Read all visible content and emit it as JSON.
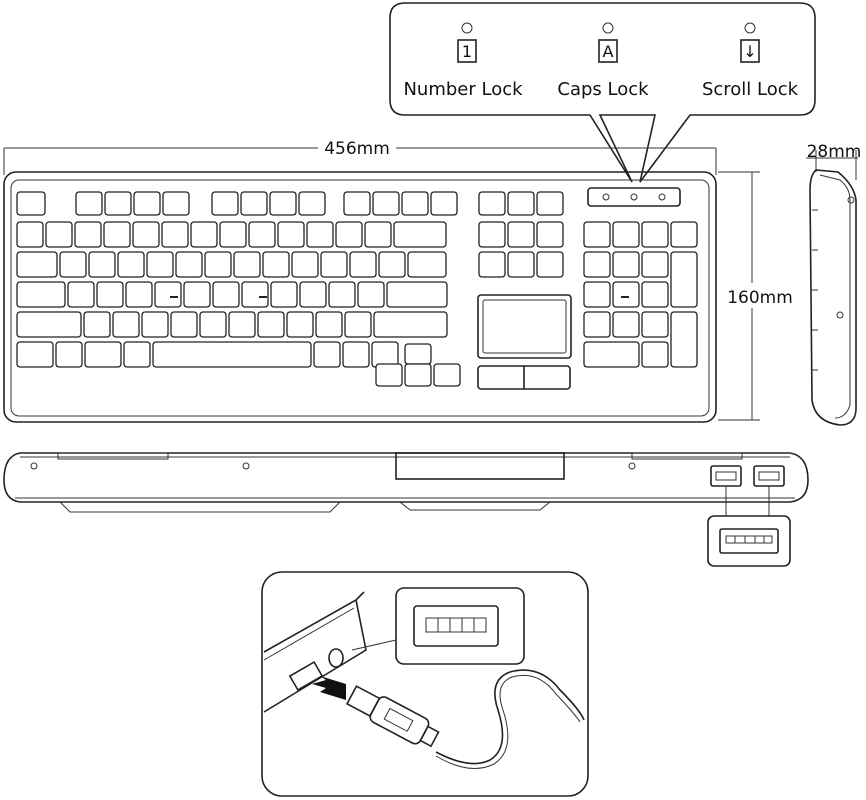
{
  "indicators": [
    {
      "glyph": "1",
      "label": "Number Lock",
      "icon": "number-lock-icon"
    },
    {
      "glyph": "A",
      "label": "Caps Lock",
      "icon": "caps-lock-icon"
    },
    {
      "glyph": "↓",
      "label": "Scroll Lock",
      "icon": "scroll-lock-icon"
    }
  ],
  "dimensions": {
    "width": "456mm",
    "height": "160mm",
    "depth": "28mm"
  }
}
